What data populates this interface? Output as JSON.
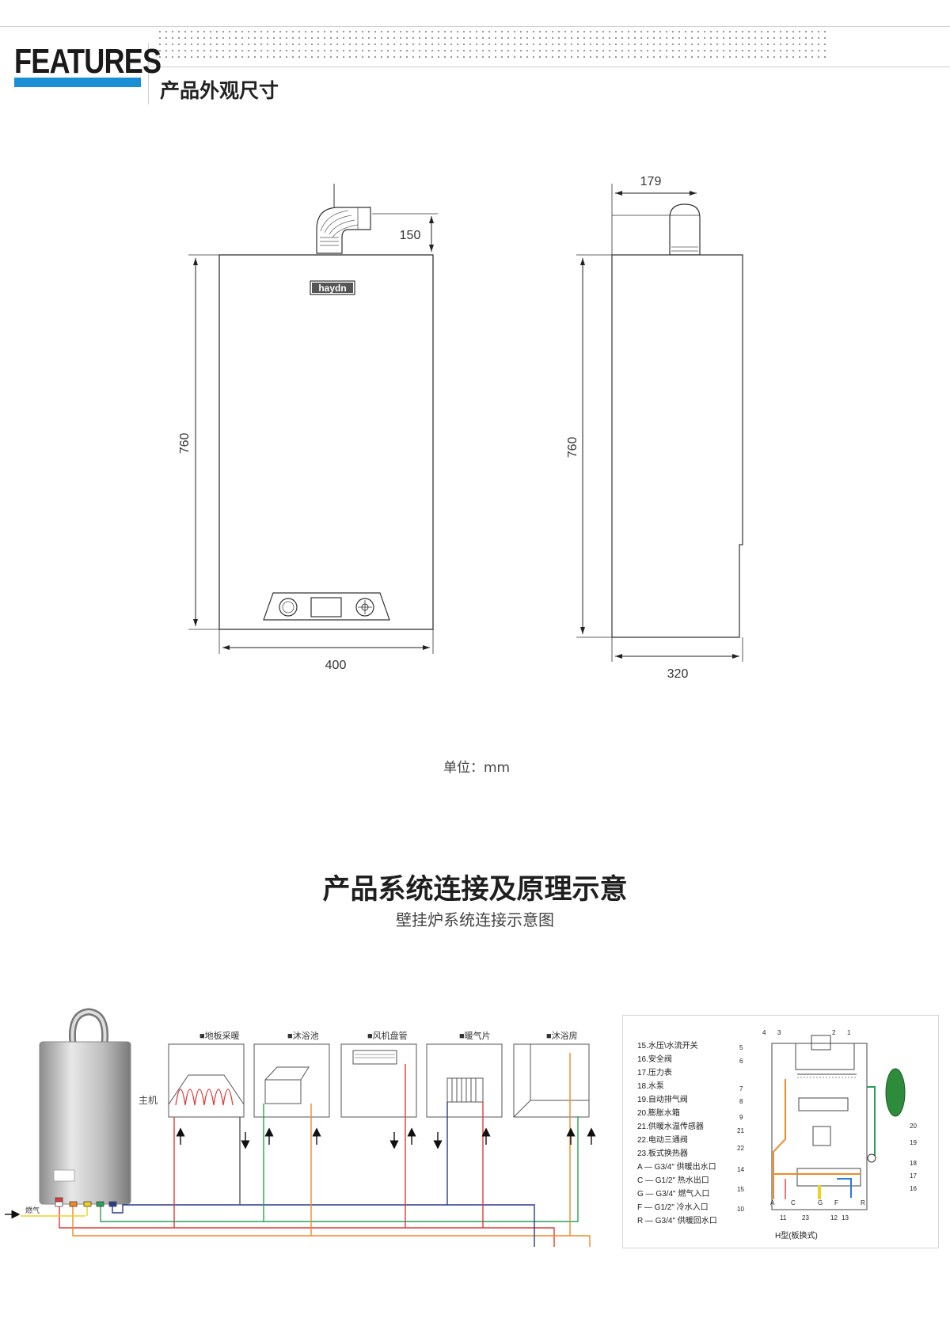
{
  "header": {
    "badge": "FEATURES",
    "section_title": "产品外观尺寸"
  },
  "dimensions": {
    "front_flue_height": "150",
    "front_height": "760",
    "front_width": "400",
    "side_flue_width": "179",
    "side_height": "760",
    "side_depth": "320",
    "brand": "haydn",
    "unit_label": "单位：mm"
  },
  "system": {
    "title": "产品系统连接及原理示意",
    "subtitle": "壁挂炉系统连接示意图",
    "host_label": "主机",
    "gas_label": "燃气",
    "terminals": [
      "■地板采暖",
      "■沐浴池",
      "■风机盘管",
      "■暖气片",
      "■沐浴房"
    ]
  },
  "legend": {
    "items": [
      "15.水压\\水流开关",
      "16.安全阀",
      "17.压力表",
      "18.水泵",
      "19.自动排气阀",
      "20.膨胀水箱",
      "21.供暖水温传感器",
      "22.电动三通阀",
      "23.板式换热器",
      "A — G3/4\"  供暖出水口",
      "C — G1/2\"  热水出口",
      "G — G3/4\"  燃气入口",
      "F — G1/2\"  冷水入口",
      "R — G3/4\"  供暖回水口"
    ],
    "caption": "H型(板换式)",
    "numbers_top": [
      "4",
      "3",
      "2",
      "1"
    ],
    "numbers_left": [
      "5",
      "6",
      "7",
      "8",
      "9",
      "21",
      "22",
      "14",
      "15",
      "10"
    ],
    "numbers_right": [
      "20",
      "19",
      "18",
      "17",
      "16"
    ],
    "numbers_bottom": [
      "A",
      "C",
      "G",
      "F",
      "R"
    ],
    "numbers_bottom2": [
      "11",
      "23",
      "12",
      "13"
    ]
  },
  "colors": {
    "accent_blue": "#1b8fd6",
    "pipe_red": "#e03a3a",
    "pipe_orange": "#f08a24",
    "pipe_green": "#2aa05a",
    "pipe_blue": "#2a3a8c",
    "pipe_yellow": "#f0d020",
    "gas_label_color": "#333333"
  }
}
